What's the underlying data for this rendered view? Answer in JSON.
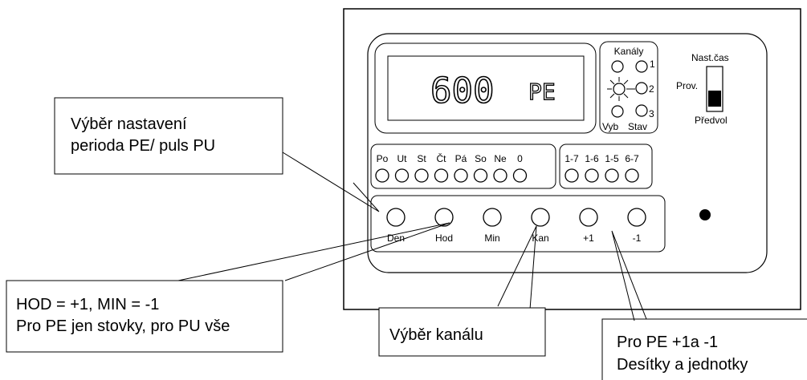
{
  "display": {
    "value": "600",
    "mode": "PE"
  },
  "channels": {
    "title": "Kanály",
    "numbers": [
      "1",
      "2",
      "3"
    ],
    "bottom_left": "Vyb",
    "bottom_right": "Stav"
  },
  "switch": {
    "top": "Nast.čas",
    "middle": "Prov.",
    "bottom": "Předvol"
  },
  "days": [
    "Po",
    "Ut",
    "St",
    "Čt",
    "Pá",
    "So",
    "Ne",
    "0"
  ],
  "ranges": [
    "1-7",
    "1-6",
    "1-5",
    "6-7"
  ],
  "buttons": [
    "Den",
    "Hod",
    "Min",
    "Kan",
    "+1",
    "-1"
  ],
  "callouts": {
    "select_mode": [
      "Výběr nastavení",
      "perioda PE/ puls PU"
    ],
    "hod_min": [
      "HOD = +1, MIN = -1",
      "Pro PE jen stovky, pro PU vše"
    ],
    "channel": "Výběr kanálu",
    "plus_minus": [
      "Pro  PE +1a -1",
      "Desítky a jednotky"
    ]
  }
}
